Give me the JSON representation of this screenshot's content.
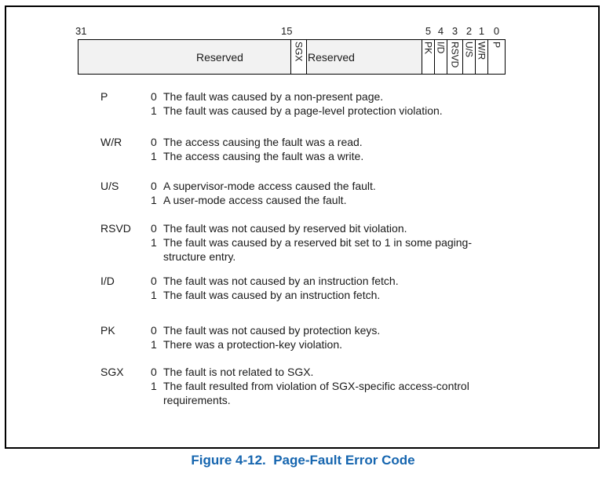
{
  "figure": {
    "caption": "Figure 4-12.  Page-Fault Error Code",
    "caption_color": "#1565af",
    "shade_color": "#f2f2f2"
  },
  "bitfield": {
    "fields": [
      {
        "bit": "31",
        "label": "Reserved"
      },
      {
        "bit": "15",
        "label": "SGX"
      },
      {
        "label": "Reserved"
      },
      {
        "bit": "5",
        "label": "PK"
      },
      {
        "bit": "4",
        "label": "I/D"
      },
      {
        "bit": "3",
        "label": "RSVD"
      },
      {
        "bit": "2",
        "label": "U/S"
      },
      {
        "bit": "1",
        "label": "W/R"
      },
      {
        "bit": "0",
        "label": "P"
      }
    ]
  },
  "legend": [
    {
      "name": "P",
      "entries": [
        {
          "value": "0",
          "text": "The fault was caused by a non-present page."
        },
        {
          "value": "1",
          "text": "The fault was caused by a page-level protection violation."
        }
      ]
    },
    {
      "name": "W/R",
      "entries": [
        {
          "value": "0",
          "text": "The access causing the fault was a read."
        },
        {
          "value": "1",
          "text": "The access causing the fault was a write."
        }
      ]
    },
    {
      "name": "U/S",
      "entries": [
        {
          "value": "0",
          "text": "A supervisor-mode access caused the fault."
        },
        {
          "value": "1",
          "text": "A user-mode access caused the fault."
        }
      ]
    },
    {
      "name": "RSVD",
      "entries": [
        {
          "value": "0",
          "text": "The fault was not caused by reserved bit violation."
        },
        {
          "value": "1",
          "text": "The fault was caused by a reserved bit set to 1 in some paging-structure entry."
        }
      ]
    },
    {
      "name": "I/D",
      "entries": [
        {
          "value": "0",
          "text": "The fault was not caused by an instruction fetch."
        },
        {
          "value": "1",
          "text": "The fault was caused by an instruction fetch."
        }
      ]
    },
    {
      "name": "PK",
      "entries": [
        {
          "value": "0",
          "text": "The fault was not caused by protection keys."
        },
        {
          "value": "1",
          "text": "There was a protection-key violation."
        }
      ]
    },
    {
      "name": "SGX",
      "entries": [
        {
          "value": "0",
          "text": "The fault is not related to SGX."
        },
        {
          "value": "1",
          "text": "The fault resulted from violation of SGX-specific access-control requirements."
        }
      ]
    }
  ]
}
